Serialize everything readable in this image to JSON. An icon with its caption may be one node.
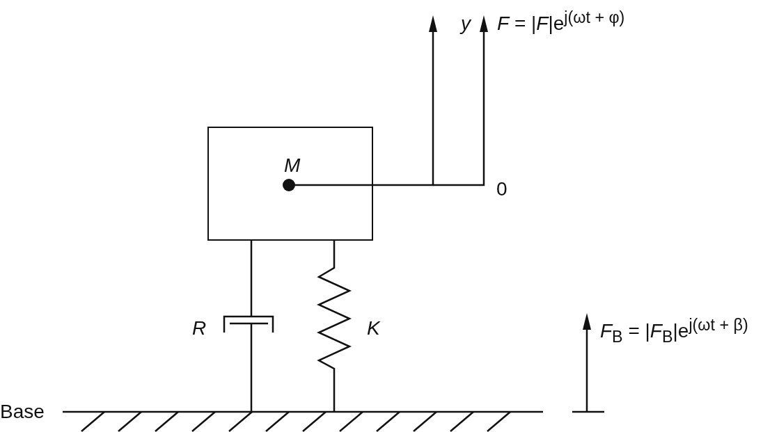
{
  "diagram": {
    "nodes": [
      {
        "text": [
          "M"
        ]
      }
    ],
    "edges": [],
    "labels": [
      "y",
      "*F* = |*F*|e$^{j(ωt + φ)}$",
      "0",
      "R",
      "K",
      "*F*$_{B}$ = |*F*$_{B}$|e$^{j(ωt + β)}$",
      "Base"
    ]
  }
}
